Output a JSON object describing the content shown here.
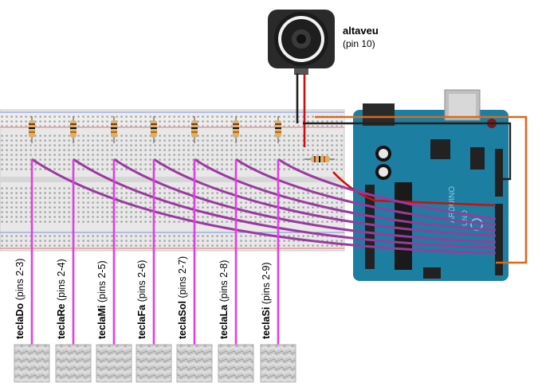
{
  "speaker": {
    "name": "altaveu",
    "pins": "(pin 10)"
  },
  "keys": [
    {
      "name": "teclaDo",
      "pins": "(pins 2-3)"
    },
    {
      "name": "teclaRe",
      "pins": "(pins 2-4)"
    },
    {
      "name": "teclaMi",
      "pins": "(pins 2-5)"
    },
    {
      "name": "teclaFa",
      "pins": "(pins 2-6)"
    },
    {
      "name": "teclaSol",
      "pins": "(pins 2-7)"
    },
    {
      "name": "teclaLa",
      "pins": "(pins 2-8)"
    },
    {
      "name": "teclaSi",
      "pins": "(pins 2-9)"
    }
  ],
  "colors": {
    "board": "#1c7ea0",
    "key_wire": "#e040e0",
    "signal_wire": "#9a3aa0",
    "gnd_wire": "#202020",
    "pin2_wire": "#d86a20",
    "speaker_wire": "#cc1010",
    "breadboard": "#e6e6e6"
  },
  "icons": [
    "speaker-icon",
    "arduino-board-icon",
    "resistor-icon",
    "foil-pad-icon"
  ]
}
